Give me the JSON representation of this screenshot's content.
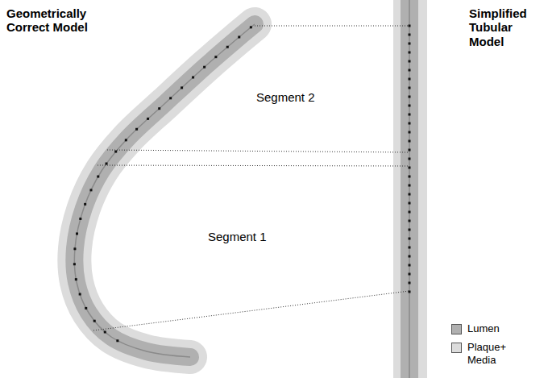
{
  "diagram": {
    "labels": [
      "Geometrically Correct Model",
      "Simplified Tubular Model",
      "Segment 2",
      "Segment 1"
    ],
    "legend": [
      {
        "text": "Lumen",
        "color": "#b0b0b0"
      },
      {
        "text": "Plaque+ Media",
        "color": "#dcdcdc"
      }
    ]
  }
}
